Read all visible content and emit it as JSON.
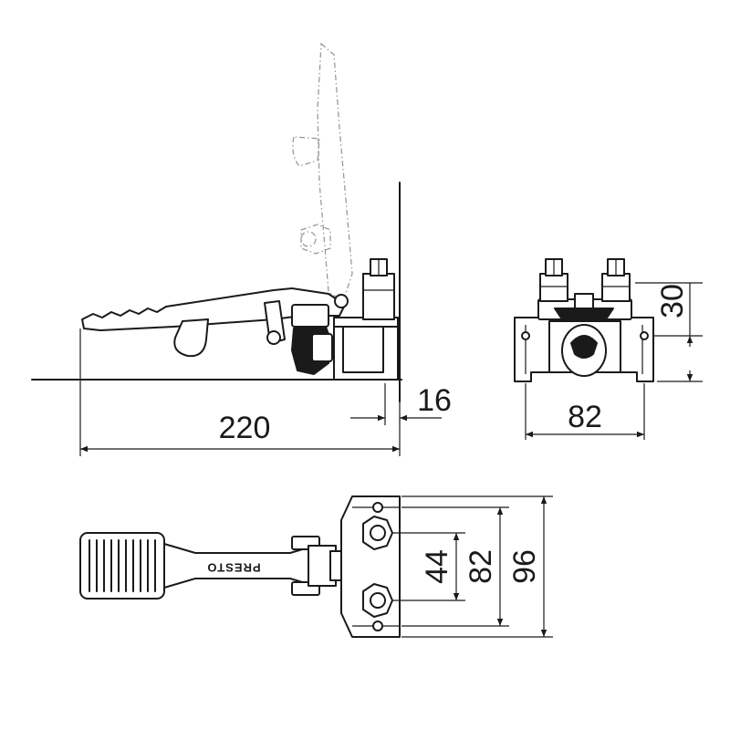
{
  "dimensions": {
    "side_length": "220",
    "side_wall": "16",
    "front_height": "30",
    "front_width": "82",
    "top_inner": "44",
    "top_middle": "82",
    "top_outer": "96"
  },
  "brand_label": "PRESTO",
  "colors": {
    "line": "#1a1a1a",
    "ghost": "#9a9a9a",
    "background": "#ffffff"
  }
}
